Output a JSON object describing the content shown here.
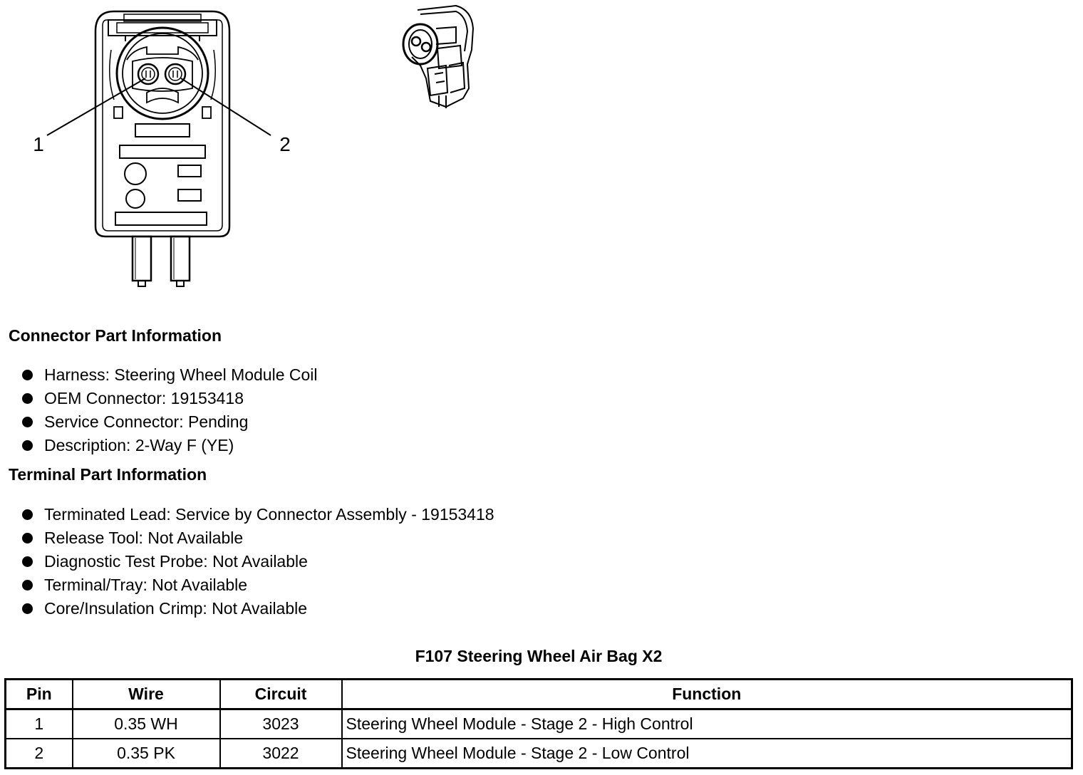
{
  "diagram": {
    "callouts": [
      "1",
      "2"
    ],
    "icons": [
      "connector-face-drawing",
      "connector-isometric-drawing"
    ]
  },
  "connector_info": {
    "heading": "Connector Part Information",
    "items": [
      "Harness: Steering Wheel Module Coil",
      "OEM Connector: 19153418",
      "Service Connector: Pending",
      "Description: 2-Way F (YE)"
    ]
  },
  "terminal_info": {
    "heading": "Terminal Part Information",
    "items": [
      "Terminated Lead: Service by Connector Assembly - 19153418",
      "Release Tool: Not Available",
      "Diagnostic Test Probe: Not Available",
      "Terminal/Tray: Not Available",
      "Core/Insulation Crimp: Not Available"
    ]
  },
  "pin_table": {
    "title": "F107 Steering Wheel Air Bag X2",
    "headers": [
      "Pin",
      "Wire",
      "Circuit",
      "Function"
    ],
    "rows": [
      [
        "1",
        "0.35 WH",
        "3023",
        "Steering Wheel Module - Stage 2 - High Control"
      ],
      [
        "2",
        "0.35 PK",
        "3022",
        "Steering Wheel Module - Stage 2 - Low Control"
      ]
    ]
  }
}
